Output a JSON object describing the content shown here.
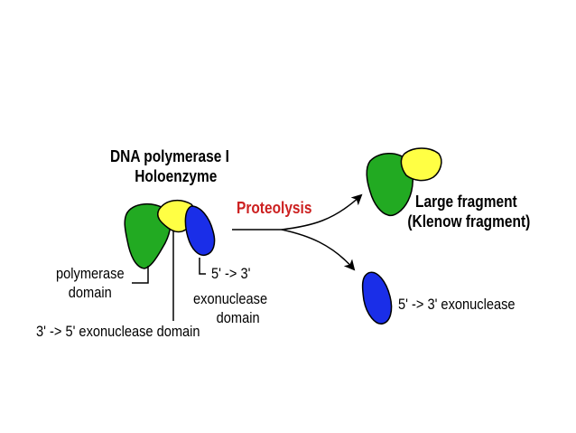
{
  "holoenzyme": {
    "title_line1": "DNA polymerase I",
    "title_line2": "Holoenzyme"
  },
  "domains": {
    "polymerase_line1": "polymerase",
    "polymerase_line2": "domain",
    "exo53_line1": "5' -> 3'",
    "exo53_line2": "exonuclease",
    "exo53_line3": "domain",
    "exo35": "3' -> 5' exonuclease domain"
  },
  "process": {
    "label": "Proteolysis"
  },
  "products": {
    "large_line1": "Large fragment",
    "large_line2": "(Klenow fragment)",
    "small": "5' -> 3' exonuclease"
  },
  "colors": {
    "polymerase_domain": "#22aa22",
    "exo35_domain": "#ffff44",
    "exo53_domain": "#1a2ee8",
    "proteolysis_text": "#cc2020",
    "outline": "#000000"
  }
}
